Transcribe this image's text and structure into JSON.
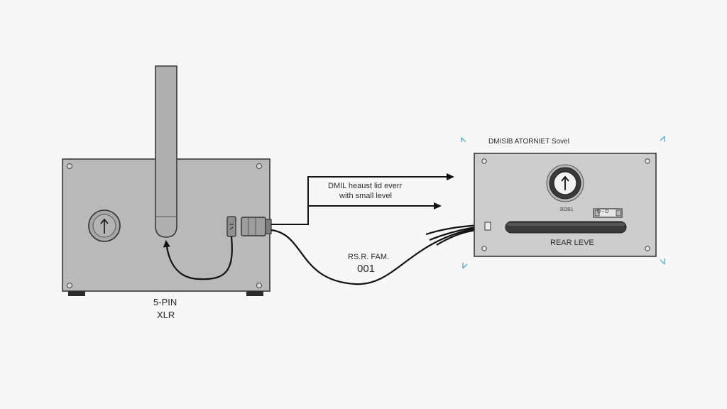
{
  "left_device": {
    "label_line1": "5-PIN",
    "label_line2": "XLR"
  },
  "middle": {
    "upper_line1": "DMIL heaust lid everr",
    "upper_line2": "with small level",
    "lower_line1": "RS.R. FAM.",
    "lower_line2": "001"
  },
  "right_device": {
    "title": "DMISIB ATORNIET Sovel",
    "knob_caption": "BOB1",
    "button_caption": "D ▫ D",
    "fader_label": "REAR LEVE"
  },
  "colors": {
    "panel_fill": "#b9b9b9",
    "right_panel_fill": "#cdcdcd",
    "outline": "#3a3a3a",
    "cable": "#111111",
    "corner_marks": "#5aaad0"
  }
}
